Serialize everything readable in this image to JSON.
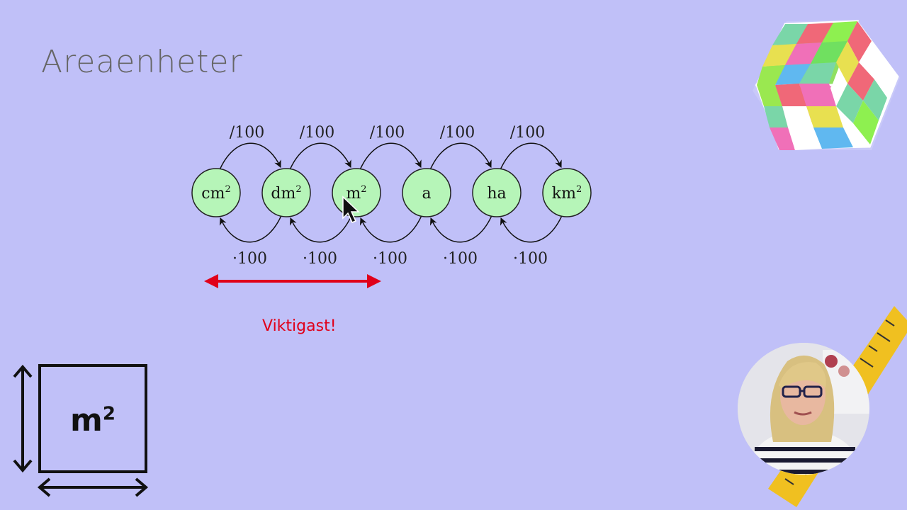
{
  "slide": {
    "title": "Areaenheter",
    "note": "Viktigast!"
  },
  "diagram": {
    "units": [
      {
        "base": "cm",
        "exp": "2"
      },
      {
        "base": "dm",
        "exp": "2"
      },
      {
        "base": "m",
        "exp": "2"
      },
      {
        "base": "a",
        "exp": ""
      },
      {
        "base": "ha",
        "exp": ""
      },
      {
        "base": "km",
        "exp": "2"
      }
    ],
    "divide_labels": [
      "/100",
      "/100",
      "/100",
      "/100",
      "/100"
    ],
    "multiply_labels": [
      "·100",
      "·100",
      "·100",
      "·100",
      "·100"
    ],
    "node_fill": "#b6f5b8",
    "highlight_color": "#e0001a"
  },
  "square_icon": {
    "base": "m",
    "exp": "2"
  },
  "colors": {
    "background": "#c0c0f8",
    "title": "#666666"
  }
}
